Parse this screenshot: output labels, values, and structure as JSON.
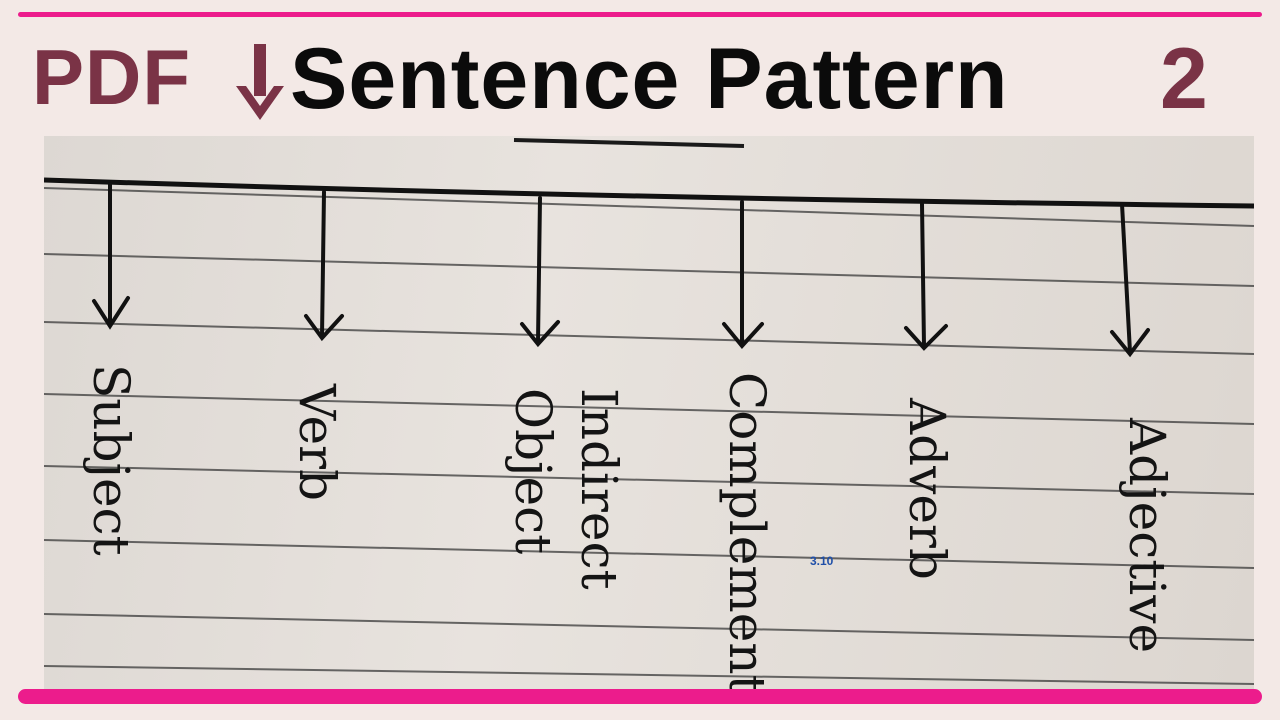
{
  "header": {
    "pdf_label": "PDF",
    "title": "Sentence Pattern",
    "number": "2",
    "accent_color": "#7a3346",
    "rule_color": "#ec1c8c"
  },
  "notebook": {
    "labels": [
      {
        "id": "subject",
        "text": "Subject"
      },
      {
        "id": "verb",
        "text": "Verb"
      },
      {
        "id": "indirect",
        "text": "Indirect"
      },
      {
        "id": "object",
        "text": "Object"
      },
      {
        "id": "complement",
        "text": "Complement"
      },
      {
        "id": "adverb",
        "text": "Adverb"
      },
      {
        "id": "adjective",
        "text": "Adjective"
      }
    ],
    "timestamp": "3.10"
  }
}
